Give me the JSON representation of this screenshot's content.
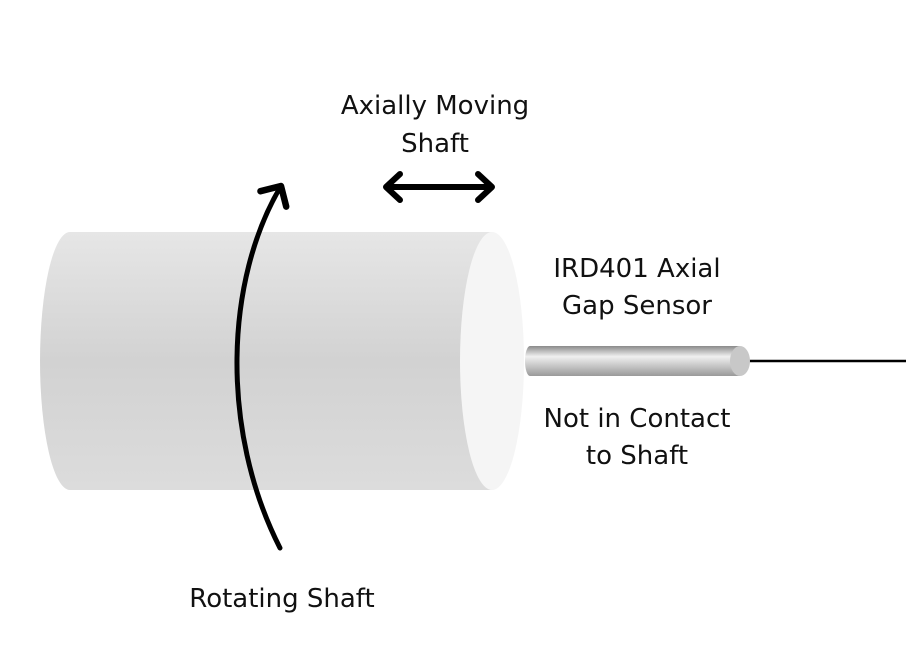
{
  "labels": {
    "axial_motion": [
      "Axially Moving",
      "Shaft"
    ],
    "sensor": [
      "IRD401 Axial",
      "Gap Sensor"
    ],
    "no_contact": [
      "Not in Contact",
      "to Shaft"
    ],
    "rotation": "Rotating Shaft"
  },
  "colors": {
    "shaft_body": "#d6d6d6",
    "shaft_end": "#f4f4f4",
    "sensor": "#a8a8a8",
    "ink": "#000000"
  }
}
